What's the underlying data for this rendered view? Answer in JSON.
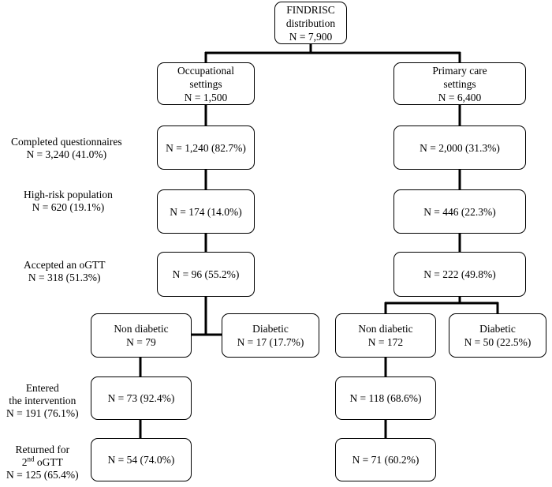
{
  "top": {
    "line1": "FINDRISC",
    "line2": "distribution",
    "line3": "N = 7,900"
  },
  "occupational": {
    "line1": "Occupational",
    "line2": "settings",
    "line3": "N = 1,500"
  },
  "primary": {
    "line1": "Primary care",
    "line2": "settings",
    "line3": "N = 6,400"
  },
  "stages": {
    "completed": {
      "label": "Completed questionnaires",
      "total": "N = 3,240 (41.0%)",
      "occ": "N = 1,240 (82.7%)",
      "pc": "N = 2,000 (31.3%)"
    },
    "high_risk": {
      "label": "High-risk population",
      "total": "N = 620 (19.1%)",
      "occ": "N = 174 (14.0%)",
      "pc": "N = 446 (22.3%)"
    },
    "accepted": {
      "label": "Accepted an oGTT",
      "total": "N = 318 (51.3%)",
      "occ": "N = 96 (55.2%)",
      "pc": "N = 222 (49.8%)"
    },
    "entered": {
      "label1": "Entered",
      "label2": "the intervention",
      "total": "N = 191 (76.1%)",
      "occ": "N = 73 (92.4%)",
      "pc": "N = 118 (68.6%)"
    },
    "returned": {
      "label1": "Returned for",
      "ordinal_num": "2",
      "ordinal_suffix": "nd",
      "label2_rest": " oGTT",
      "total": "N = 125 (65.4%)",
      "occ": "N = 54 (74.0%)",
      "pc": "N = 71 (60.2%)"
    }
  },
  "occ_nondiabetic": {
    "label": "Non diabetic",
    "n": "N = 79"
  },
  "occ_diabetic": {
    "label": "Diabetic",
    "n": "N = 17 (17.7%)"
  },
  "pc_nondiabetic": {
    "label": "Non diabetic",
    "n": "N = 172"
  },
  "pc_diabetic": {
    "label": "Diabetic",
    "n": "N = 50 (22.5%)"
  }
}
